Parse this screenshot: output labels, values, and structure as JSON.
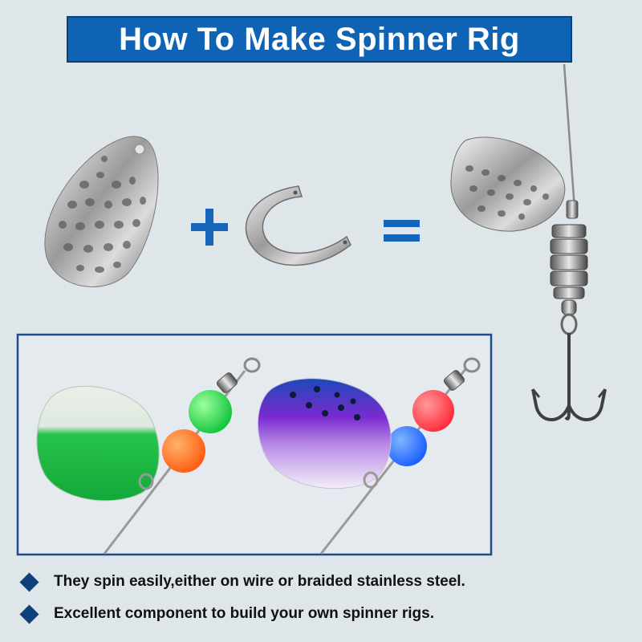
{
  "title": "How To Make Spinner Rig",
  "colors": {
    "background": "#dfe6ea",
    "title_bar": "#0f63b5",
    "accent": "#0f3f7d",
    "operator": "#1565b8"
  },
  "diagram": {
    "operators": [
      "+",
      "="
    ],
    "parts": [
      "hammered-silver-blade",
      "clevis",
      "assembled-spinner-with-treble-hook"
    ]
  },
  "examples": [
    "green-blade-spinner-rig",
    "purple-blade-spinner-rig"
  ],
  "bullets": [
    "They spin easily,either on wire or braided stainless steel.",
    "Excellent component to build your own spinner rigs."
  ]
}
